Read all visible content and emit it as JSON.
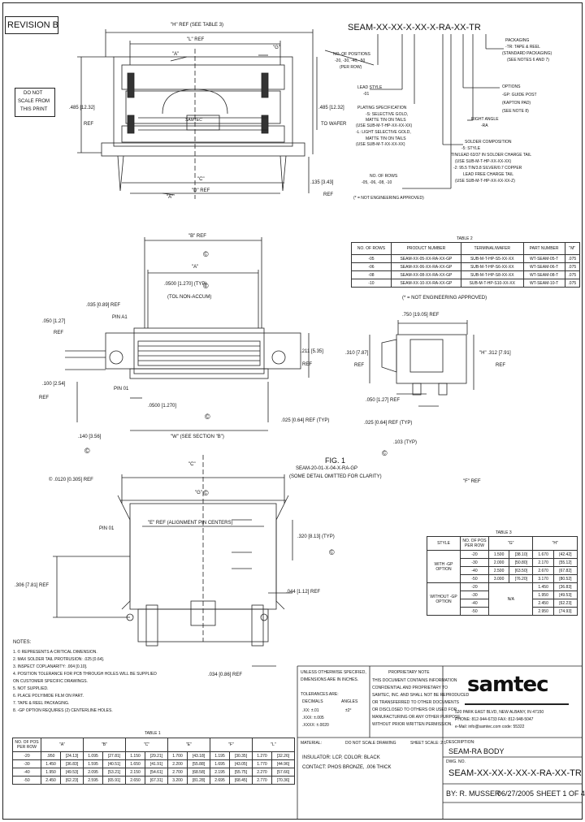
{
  "revision": "REVISION B",
  "do_not_scale": [
    "DO NOT",
    "SCALE FROM",
    "THIS PRINT"
  ],
  "top_view": {
    "h_ref": "\"H\" REF (SEE TABLE 3)",
    "l_ref": "\"L\" REF",
    "g_ref": "\"G\"",
    "a_label": "\"A\"",
    "a_label_bottom": "\"A\"",
    "dim_left": ".485 [12.32]",
    "dim_left_ref": "REF",
    "dim_right": ".485 [12.32]",
    "dim_right_note": "TO WAFER",
    "dim_low": ".135 [3.43]",
    "dim_low_ref": "REF",
    "c_label": "\"C\"",
    "d_ref": "\"D\" REF",
    "brand_mark": "SAMTEC"
  },
  "part_number": {
    "code": "SEAM-XX-XX-X-XX-X-RA-XX-TR",
    "no_positions": [
      "NO. OF POSITIONS",
      "-20, -30, -40, -50",
      "(PER ROW)"
    ],
    "lead_style": [
      "LEAD STYLE",
      "-01"
    ],
    "plating": [
      "PLATING SPECIFICATION",
      "-S: SELECTIVE GOLD,",
      "MATTE TIN ON TAILS",
      "(USE SUB-M-T-HP-XX-XX-XX)",
      "-L: LIGHT SELECTIVE GOLD,",
      "MATTE TIN ON TAILS",
      "(USE SUB-M-T-XX-XX-XX)"
    ],
    "no_rows": [
      "NO. OF ROWS",
      "-05, -06, -08, -10",
      "(* = NOT ENGINEERING APPROVED)"
    ],
    "packaging": [
      "PACKAGING",
      "-TR: TAPE & REEL",
      "(STANDARD PACKAGING)",
      "(SEE NOTES 6 AND 7)"
    ],
    "options": [
      "OPTIONS",
      "-GP: GUIDE POST",
      "(KAPTON PAD)",
      "(SEE NOTE 8)"
    ],
    "right_angle": [
      "RIGHT ANGLE",
      "-RA"
    ],
    "solder": [
      "SOLDER COMPOSITION",
      "-5: STYLE",
      "TIN/LEAD 63/37 IN SOLDER CHARGE TAIL",
      "(USE SUB-M-T-HP-XX-XX-XX)",
      "-2: 95.5 TIN/3.8 SILVER/0.7 COPPER",
      "LEAD FREE CHARGE TAIL",
      "(USE SUB-M-T-HP-XX-XX-XX-Z)"
    ]
  },
  "table2": {
    "title": "TABLE 2",
    "headers": [
      "NO. OF ROWS",
      "PRODUCT NUMBER",
      "TERMINAL/WAFER",
      "PART NUMBER",
      "\"M\""
    ],
    "rows": [
      [
        "-05",
        "SEAM-XX-05-XX-RA-XX-GP",
        "SUB-M-T-HP-S5-XX-XX",
        "WT-SEAM-05-T",
        ".075"
      ],
      [
        "-06",
        "SEAM-XX-06-XX-RA-XX-GP",
        "SUB-M-T-HP-S6-XX-XX",
        "WT-SEAM-06-T",
        ".075"
      ],
      [
        "-08",
        "SEAM-XX-08-XX-RA-XX-GP",
        "SUB-M-T-HP-S8-XX-XX",
        "WT-SEAM-08-T",
        ".075"
      ],
      [
        "-10",
        "SEAM-XX-10-XX-RA-XX-GP",
        "SUB-M-T-HP-S10-XX-XX",
        "WT-SEAM-10-T",
        ".075"
      ]
    ],
    "note": "(* = NOT ENGINEERING APPROVED)"
  },
  "mid_view": {
    "b_ref": "\"B\" REF",
    "a_ref": "\"A\"",
    "pitch": ".0500 [1.270] (TYP)",
    "pitch_note": "(TOL NON-ACCUM)",
    "d1": ".035 [0.89] REF",
    "pin_a1": "PIN A1",
    "pin_a01": "PIN 01",
    "d2": ".050 [1.27]",
    "d2_ref": "REF",
    "d3": ".100 [2.54]",
    "d3_ref": "REF",
    "d4": ".0500 [1.270]",
    "d5": ".140 [3.56]",
    "w_ref": "\"W\" (SEE SECTION \"B\")",
    "d6": ".211 [5.35]",
    "d6_ref": "REF",
    "d7": ".025 [0.64] REF (TYP)",
    "fig": "FIG. 1",
    "fig_note1": "SEAM-20-01-X-04-X-RA-GP",
    "fig_note2": "(SOME DETAIL OMITTED FOR CLARITY)",
    "circ": "©"
  },
  "side_view": {
    "d1": ".750 [19.05] REF",
    "d2": ".310 [7.87]",
    "d2_ref": "REF",
    "d3": "\"H\" .312 [7.91]",
    "d3_ref": "REF",
    "d4": ".050 [1.27] REF",
    "d5": ".025 [0.64] REF (TYP)",
    "d6": ".103 (TYP)"
  },
  "bottom_view": {
    "d1": "© .0120 [0.305] REF",
    "c_label": "\"C\"",
    "g_label": "\"G\"",
    "e_ref": "\"E\" REF (ALIGNMENT PIN CENTERS)",
    "f_ref": "\"F\" REF",
    "pin01": "PIN 01",
    "d2": ".306 [7.81] REF",
    "d3": ".320 [8.13] (TYP)",
    "d4": ".044 [1.12] REF",
    "d5": ".034 [0.86] REF",
    "circ": "©"
  },
  "table3": {
    "title": "TABLE 3",
    "headers": [
      "STYLE",
      "NO. OF POS PER ROW",
      "\"G\"",
      "",
      "\"H\"",
      ""
    ],
    "rows": [
      [
        "WITH -GP OPTION",
        "-20",
        "1.500",
        "[38.10]",
        "1.670",
        "[42.42]"
      ],
      [
        "",
        "-30",
        "2.000",
        "[50.80]",
        "2.170",
        "[55.12]"
      ],
      [
        "",
        "-40",
        "2.500",
        "[63.50]",
        "2.670",
        "[67.82]"
      ],
      [
        "",
        "-50",
        "3.000",
        "[76.20]",
        "3.170",
        "[80.52]"
      ],
      [
        "WITHOUT -GP OPTION",
        "-20",
        "N/A",
        "",
        "1.450",
        "[36.83]"
      ],
      [
        "",
        "-30",
        "",
        "",
        "1.950",
        "[49.53]"
      ],
      [
        "",
        "-40",
        "",
        "",
        "2.450",
        "[62.23]"
      ],
      [
        "",
        "-50",
        "",
        "",
        "2.950",
        "[74.93]"
      ]
    ]
  },
  "notes": {
    "title": "NOTES:",
    "items": [
      "1. © REPRESENTS A CRITICAL DIMENSION.",
      "2. MAX SOLDER TAIL PROTRUSION: .025 [0.64].",
      "3. INSPECT COPLANARITY: .004 [0.10].",
      "4. POSITION TOLERANCE FOR PCB THROUGH HOLES WILL BE SUPPLIED",
      "   ON CUSTOMER SPECIFIC DRAWINGS.",
      "5. NOT SUPPLIED.",
      "6. PLACE POLYIMIDE FILM ON PART.",
      "7. TAPE & REEL PACKAGING.",
      "8. -GP OPTION REQUIRES (2) CENTERLINE HOLES."
    ]
  },
  "table1": {
    "title": "TABLE 1",
    "headers": [
      "NO. OF POS PER ROW",
      "\"A\"",
      "",
      "\"B\"",
      "",
      "\"C\"",
      "",
      "\"E\"",
      "",
      "\"F\"",
      "",
      "\"L\"",
      ""
    ],
    "rows": [
      [
        "-20",
        ".950",
        "[24.13]",
        "1.095",
        "[27.81]",
        "1.150",
        "[29.21]",
        "1.700",
        "[43.18]",
        "1.195",
        "[30.35]",
        "1.270",
        "[32.26]"
      ],
      [
        "-30",
        "1.450",
        "[36.83]",
        "1.595",
        "[40.51]",
        "1.650",
        "[41.91]",
        "2.200",
        "[55.88]",
        "1.695",
        "[43.05]",
        "1.770",
        "[44.96]"
      ],
      [
        "-40",
        "1.950",
        "[49.53]",
        "2.095",
        "[53.21]",
        "2.150",
        "[54.61]",
        "2.700",
        "[68.58]",
        "2.195",
        "[55.75]",
        "2.270",
        "[57.66]"
      ],
      [
        "-50",
        "2.450",
        "[62.23]",
        "2.595",
        "[65.91]",
        "2.650",
        "[67.31]",
        "3.200",
        "[81.28]",
        "2.695",
        "[68.45]",
        "2.770",
        "[70.36]"
      ]
    ]
  },
  "title_block": {
    "unless": "UNLESS OTHERWISE SPECIFIED,",
    "dims": "DIMENSIONS ARE IN INCHES.",
    "tolerances": "TOLERANCES ARE:",
    "decimal": "DECIMALS",
    "angles": "ANGLES",
    "t1": ".XX: ±.01",
    "t2": ".XXX: ±.005",
    "t3": ".XXXX: ±.0020",
    "ang": "±2°",
    "proprietary": "PROPRIETARY NOTE",
    "prop_lines": [
      "THIS DOCUMENT CONTAINS INFORMATION",
      "CONFIDENTIAL AND PROPRIETARY TO",
      "SAMTEC, INC. AND SHALL NOT BE REPRODUCED",
      "OR TRANSFERRED TO OTHER DOCUMENTS",
      "OR DISCLOSED TO OTHERS OR USED FOR",
      "MANUFACTURING OR ANY OTHER PURPOSE",
      "WITHOUT PRIOR WRITTEN PERMISSION."
    ],
    "logo": "samtec",
    "addr": [
      "520 PARK EAST BLVD, NEW ALBANY, IN 47150",
      "PHONE: 812-944-6733  FAX: 812-948-5047",
      "e-Mail: info@samtec.com    code: 55322"
    ],
    "material_label": "MATERIAL:",
    "material_sub": "DO NOT SCALE DRAWING",
    "sheet_scale": "SHEET SCALE: 2:1",
    "material": [
      "INSULATOR: LCP, COLOR: BLACK",
      "CONTACT: PHOS BRONZE, .006 THICK"
    ],
    "desc_label": "DESCRIPTION:",
    "desc": "SEAM-RA BODY",
    "dwg_label": "DWG. NO.",
    "dwg": "SEAM-XX-XX-X-XX-X-RA-XX-TR",
    "by": "BY: R. MUSSER",
    "date": "06/27/2005",
    "sheet": "SHEET 1 OF 4"
  }
}
